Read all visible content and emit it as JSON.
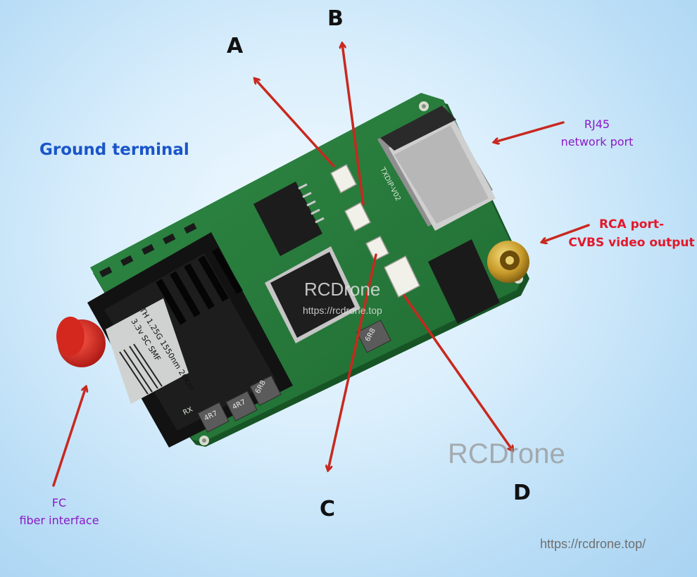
{
  "title": "Ground terminal",
  "callouts": {
    "a": "A",
    "b": "B",
    "c": "C",
    "d": "D",
    "rj45": "RJ45",
    "rj45_sub": "network port",
    "rca": "RCA port-",
    "rca_sub": "CVBS video output",
    "fc": "FC",
    "fc_sub": "fiber interface"
  },
  "module_label": {
    "line1": "TH  1.25G  1550nm  20Km",
    "line2": "3.3v  SC  SMF"
  },
  "board_silkscreen": {
    "part_no": "TXDIP-V02",
    "rx": "RX"
  },
  "inductors": [
    "4R7",
    "4R7",
    "6R8",
    "6R8"
  ],
  "watermark": {
    "chip_text": "RCDrone",
    "chip_url": "https://rcdrone.top",
    "big": "RCDrone",
    "url": "https://rcdrone.top/"
  },
  "colors": {
    "arrow": "#c8281e",
    "pcb": "#2c7d3f",
    "title": "#1a55c9",
    "purple_label": "#8b19c9",
    "red_label": "#e3182a"
  }
}
